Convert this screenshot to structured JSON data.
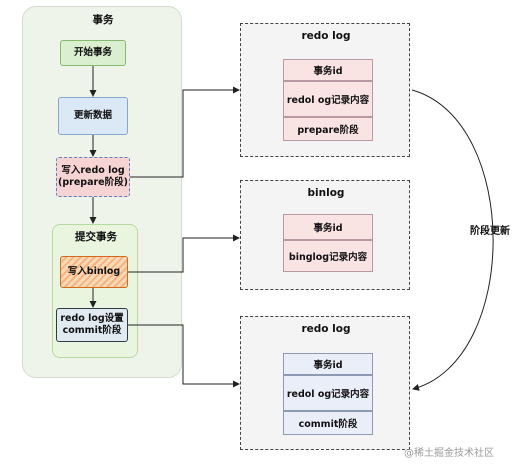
{
  "transaction": {
    "title": "事务",
    "start": "开始事务",
    "update": "更新数据",
    "write_redo": "写入redo log\n(prepare阶段)",
    "commit_group": {
      "title": "提交事务",
      "write_binlog": "写入binlog",
      "set_commit": "redo log设置\ncommit阶段"
    }
  },
  "redo_log_top": {
    "title": "redo log",
    "rows": [
      "事务id",
      "redol og记录内容",
      "prepare阶段"
    ]
  },
  "binlog": {
    "title": "binlog",
    "rows": [
      "事务id",
      "binglog记录内容"
    ]
  },
  "redo_log_bottom": {
    "title": "redo log",
    "rows": [
      "事务id",
      "redol og记录内容",
      "commit阶段"
    ]
  },
  "side_label": "阶段更新",
  "watermark": "@稀土掘金技术社区",
  "colors": {
    "group_bg": "#eef4ea",
    "sub_group_bg": "#eaf5df",
    "panel_bg": "#f4f4f4",
    "row_bg": "#f9e3e3",
    "arrow": "#222222"
  }
}
